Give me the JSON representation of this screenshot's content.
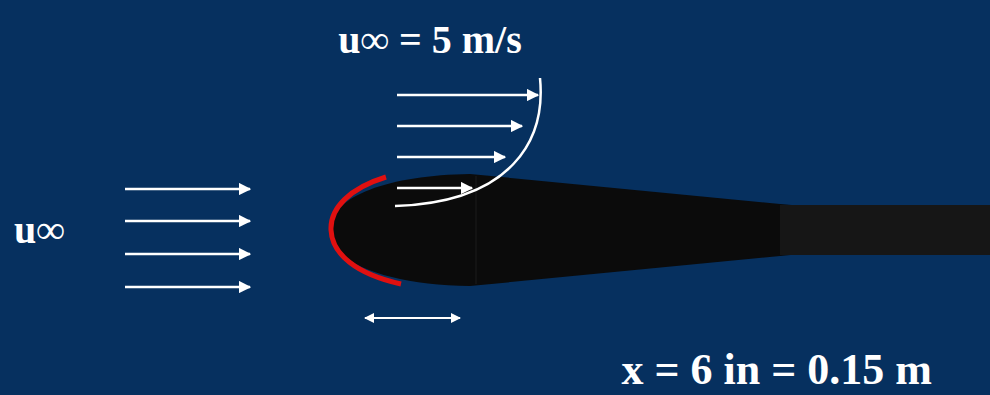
{
  "diagram": {
    "labels": [
      "u∞ = 5 m/s",
      "u∞",
      "x = 6 in = 0.15 m"
    ]
  }
}
